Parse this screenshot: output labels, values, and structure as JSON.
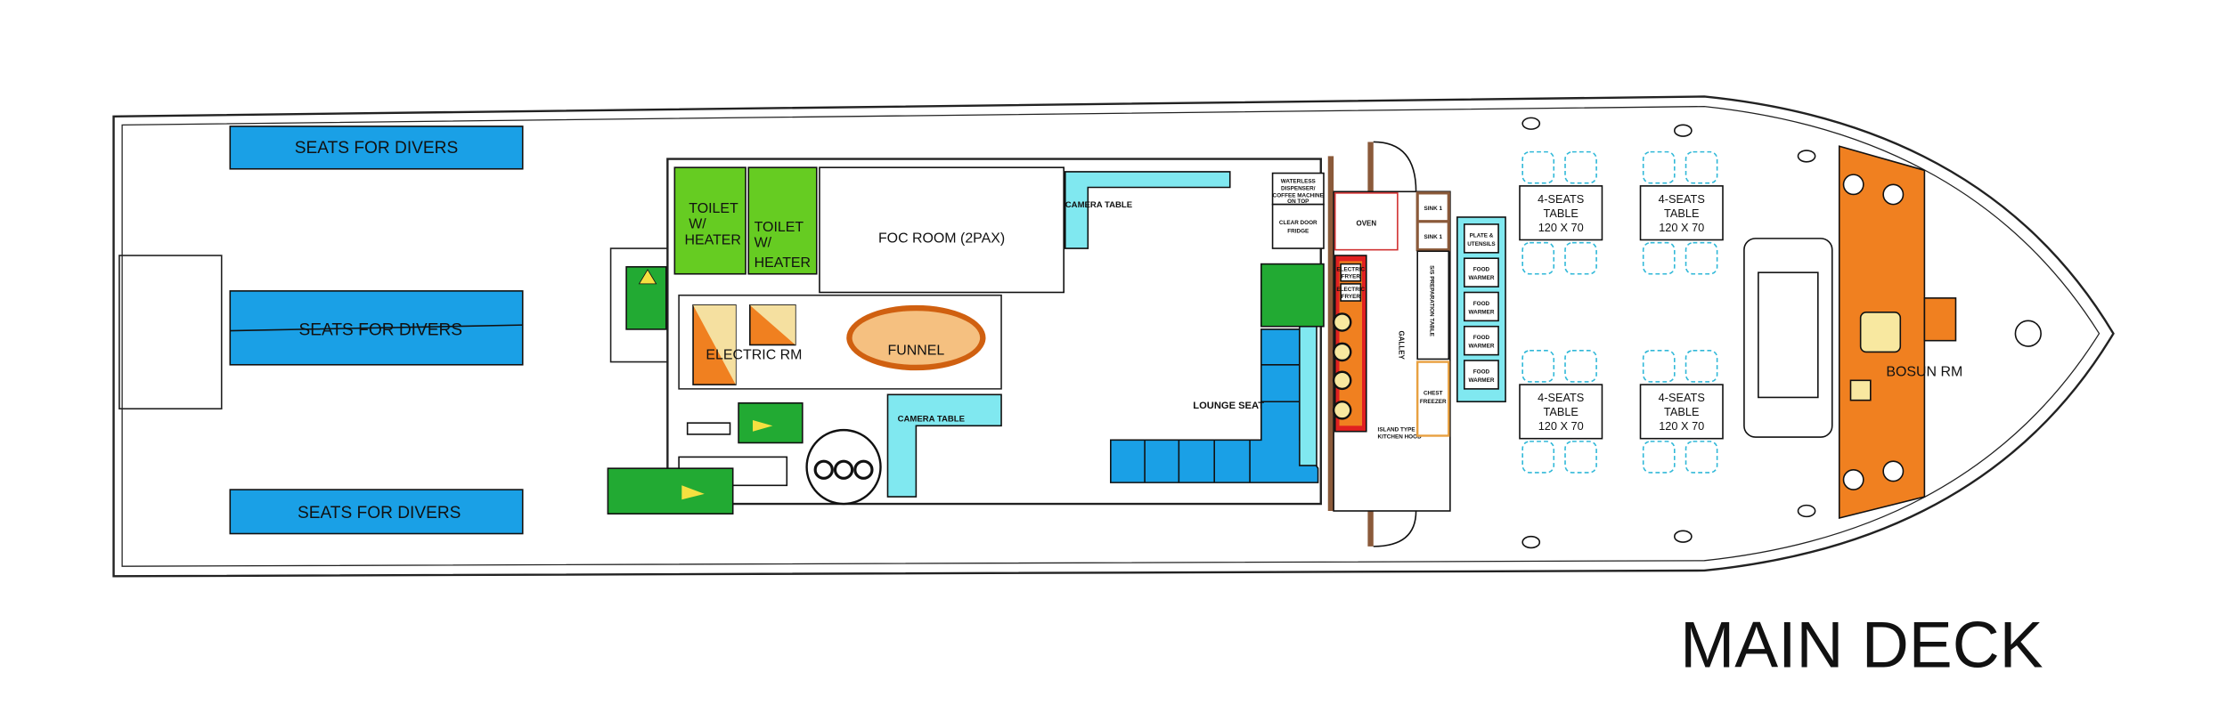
{
  "title": "MAIN DECK",
  "colors": {
    "seat_blue": "#1aa0e6",
    "toilet_green": "#66cc22",
    "camera_cyan": "#80e8f0",
    "bosun_orange": "#f08020",
    "funnel": "#f5a05a",
    "hood_red": "#e02020"
  },
  "areas": {
    "seats_for_divers": "SEATS FOR DIVERS",
    "toilet_1": [
      "TOILET",
      "W/",
      "HEATER"
    ],
    "toilet_2": [
      "TOILET",
      "W/",
      "HEATER"
    ],
    "foc_room": "FOC ROOM (2PAX)",
    "electric_rm": "ELECTRIC RM",
    "funnel": "FUNNEL",
    "camera_table": "CAMERA TABLE",
    "lounge_seat": "LOUNGE SEAT",
    "water_dispenser": [
      "WATERLESS",
      "DISPENSER/",
      "COFFEE MACHINE",
      "ON TOP"
    ],
    "fridge": [
      "CLEAR DOOR",
      "FRIDGE"
    ],
    "oven": "OVEN",
    "electric_fryer": [
      "ELECTRIC",
      "FRYER"
    ],
    "galley": "GALLEY",
    "sink": "SINK 1",
    "prep_table": "S/S PREPARATION TABLE",
    "chest_freezer": [
      "CHEST",
      "FREEZER"
    ],
    "plate_utensils": [
      "PLATE &",
      "UTENSILS"
    ],
    "food_warmer": [
      "FOOD",
      "WARMER"
    ],
    "kitchen_hood": [
      "ISLAND TYPE",
      "KITCHEN HOOD"
    ],
    "table": [
      "4-SEATS",
      "TABLE",
      "120 X 70"
    ],
    "bosun_rm": "BOSUN RM"
  }
}
